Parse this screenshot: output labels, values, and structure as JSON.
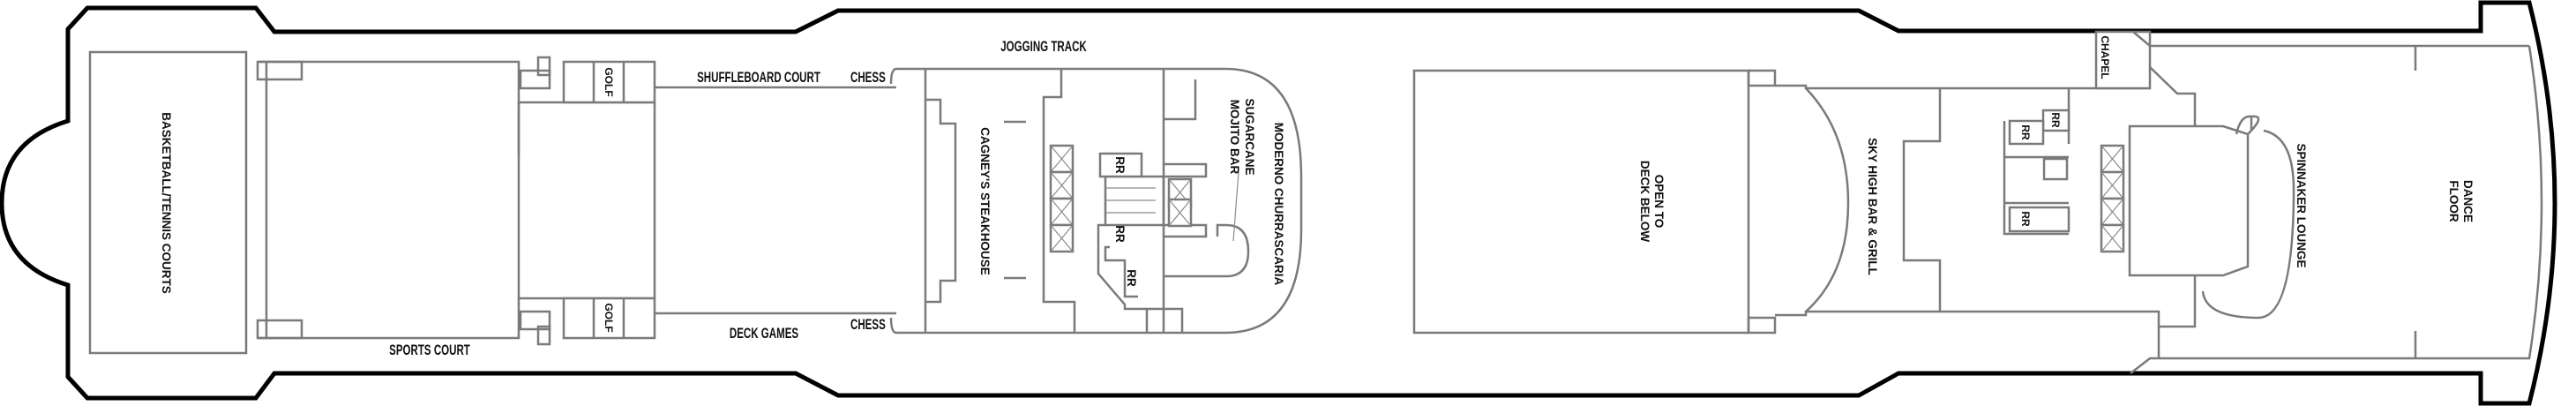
{
  "deck_plan": {
    "labels": {
      "basketball": "BASKETBALL/TENNIS COURTS",
      "golf_top": "GOLF",
      "golf_bottom": "GOLF",
      "shuffleboard": "SHUFFLEBOARD COURT",
      "chess_top": "CHESS",
      "chess_bottom": "CHESS",
      "deck_games": "DECK GAMES",
      "sports_court": "SPORTS COURT",
      "jogging_track": "JOGGING TRACK",
      "cagneys": "CAGNEY'S STEAKHOUSE",
      "sugarcane_1": "SUGARCANE",
      "sugarcane_2": "MOJITO BAR",
      "moderno": "MODERNO CHURRASCARIA",
      "rr_1": "RR",
      "rr_2": "RR",
      "rr_3": "RR",
      "open_1": "OPEN TO",
      "open_2": "DECK BELOW",
      "sky_high": "SKY HIGH BAR & GRILL",
      "chapel": "CHAPEL",
      "rr_4": "RR",
      "rr_5": "RR",
      "rr_6": "RR",
      "spinnaker": "SPINNAKER LOUNGE",
      "dance_1": "DANCE",
      "dance_2": "FLOOR"
    }
  }
}
